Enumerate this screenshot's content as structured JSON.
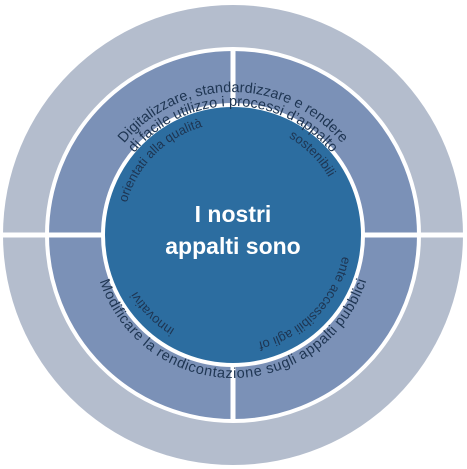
{
  "colors": {
    "outer_ring": "#b4bdcd",
    "segment": "#7b91b7",
    "center": "#2c6da0",
    "divider": "#ffffff",
    "text_dark": "#1e3552",
    "text_light": "#ffffff"
  },
  "outer_ring": {
    "top_lines": [
      "Digitalizzare, standardizzare e rendere",
      "di facile utilizzo i processi d’appalto"
    ],
    "bottom_line": "Modificare la rendicontazione sugli appalti pubblici"
  },
  "segments": [
    {
      "label": "orientati alla qualità"
    },
    {
      "label": "sostenibili"
    },
    {
      "label": "facilmente accessibili agli offerenti"
    },
    {
      "label": "innovativi"
    }
  ],
  "center": {
    "lines": [
      "I nostri",
      "appalti sono"
    ]
  }
}
